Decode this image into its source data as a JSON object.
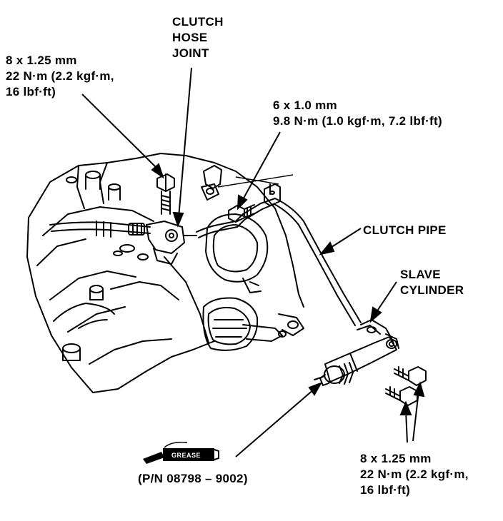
{
  "labels": {
    "clutch_hose_joint": {
      "lines": [
        "CLUTCH",
        "HOSE",
        "JOINT"
      ]
    },
    "bolt_top_left": {
      "lines": [
        "8 x 1.25 mm",
        "22 N·m (2.2 kgf·m,",
        "16 lbf·ft)"
      ]
    },
    "bolt_top_right": {
      "lines": [
        "6 x 1.0 mm",
        "9.8 N·m (1.0 kgf·m, 7.2 lbf·ft)"
      ]
    },
    "clutch_pipe": {
      "text": "CLUTCH PIPE"
    },
    "slave_cylinder": {
      "lines": [
        "SLAVE",
        "CYLINDER"
      ]
    },
    "bolt_bottom_right": {
      "lines": [
        "8 x 1.25 mm",
        "22 N·m (2.2 kgf·m,",
        "16 lbf·ft)"
      ]
    },
    "grease": {
      "tag": "GREASE",
      "part_number": "(P/N 08798 – 9002)"
    }
  },
  "colors": {
    "ink": "#000000",
    "paper": "#ffffff"
  }
}
